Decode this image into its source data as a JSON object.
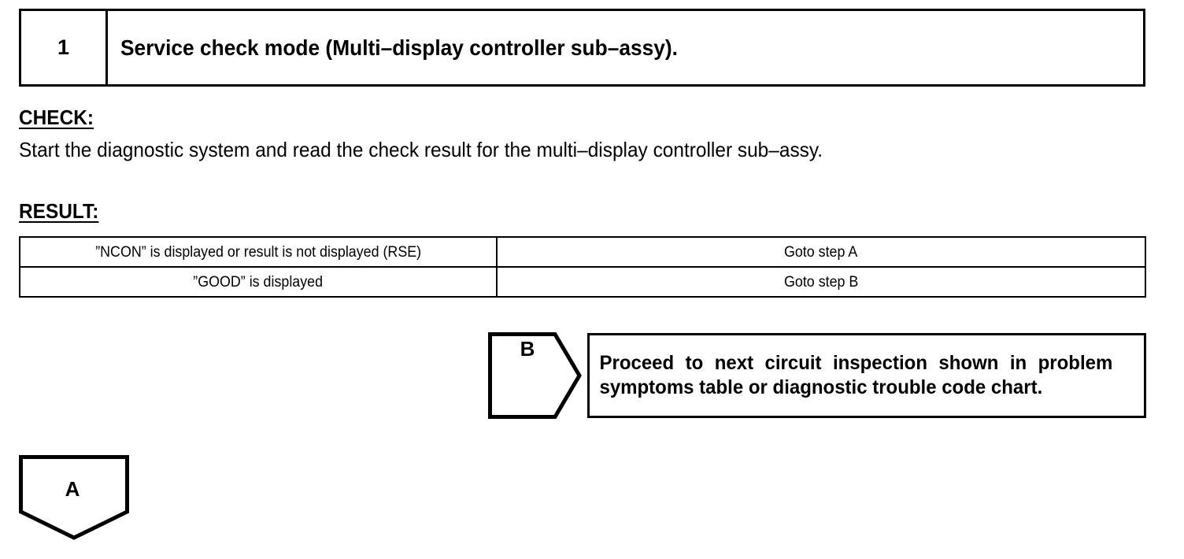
{
  "step": {
    "number": "1",
    "title": "Service check mode (Multi–display controller sub–assy)."
  },
  "check": {
    "label": "CHECK:",
    "text": "Start the diagnostic system and read the check result for the multi–display controller sub–assy."
  },
  "result": {
    "label": "RESULT:",
    "rows": [
      {
        "condition": "”NCON” is displayed or result is not displayed (RSE)",
        "action": "Goto step A"
      },
      {
        "condition": "”GOOD” is displayed",
        "action": "Goto step B"
      }
    ]
  },
  "flow": {
    "connector_b": {
      "tag": "B",
      "text": "Proceed to next circuit inspection shown in problem symptoms table or diagnostic trouble code chart."
    },
    "connector_a": {
      "tag": "A"
    }
  },
  "colors": {
    "ink": "#000000",
    "paper": "#ffffff"
  }
}
